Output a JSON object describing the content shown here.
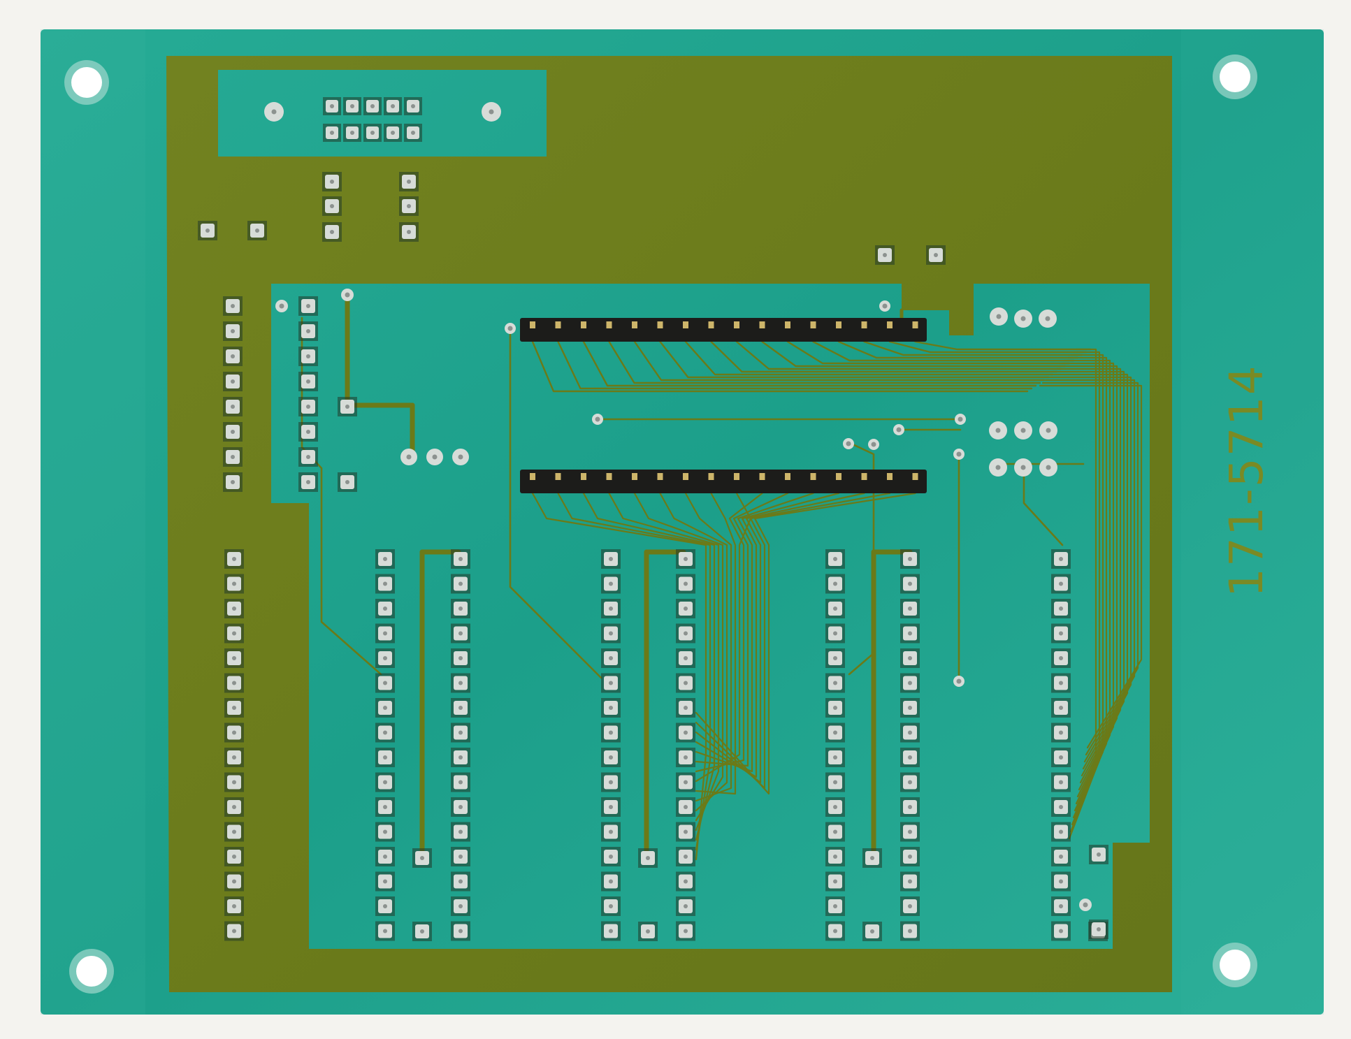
{
  "board": {
    "part_number": "171-5714"
  },
  "colors": {
    "background": "#f4f3ef",
    "substrate": "#1fa48f",
    "substrate_edge": "#3bb8a2",
    "copper_pour": "#6f7f1c",
    "copper_pour_dark": "#5e6d14",
    "trace": "#6b7a18",
    "solder_pad": "#d7dcd8",
    "header_body": "#1c1c1a",
    "mounting_hole": "#ffffff",
    "label_ink": "#7a8a24"
  },
  "components": {
    "pin_headers": [
      {
        "name": "upper-pin-header",
        "pins": 16
      },
      {
        "name": "lower-pin-header",
        "pins": 16
      }
    ],
    "dip_sockets": [
      {
        "name": "dip-socket-1",
        "pins_per_side": 16
      },
      {
        "name": "dip-socket-2",
        "pins_per_side": 16
      },
      {
        "name": "dip-socket-3",
        "pins_per_side": 16
      },
      {
        "name": "dip-socket-4",
        "pins_per_side": 16
      }
    ],
    "connector_pins": 10,
    "mounting_holes": 4
  }
}
